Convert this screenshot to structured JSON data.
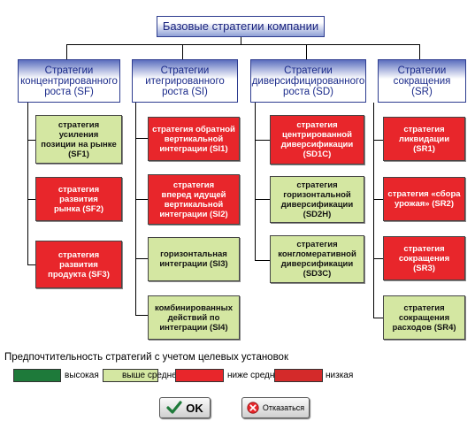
{
  "title": "Базовые стратегии компании",
  "columns": [
    {
      "header": "Стратегии\nконцентрированного\nроста (SF)",
      "items": [
        {
          "text": "стратегия усиления\nпозиции на рынке\n(SF1)",
          "color": "green"
        },
        {
          "text": "стратегия развития\nрынка (SF2)",
          "color": "red"
        },
        {
          "text": "стратегия развития\nпродукта (SF3)",
          "color": "red"
        }
      ]
    },
    {
      "header": "Стратегии\nитегрированного\nроста (SI)",
      "items": [
        {
          "text": "стратегия обратной\nвертикальной\nинтеграции (SI1)",
          "color": "red"
        },
        {
          "text": "стратегия\nвперед идущей\nвертикальной\nинтеграции (SI2)",
          "color": "red"
        },
        {
          "text": "горизонтальная\nинтеграции (SI3)",
          "color": "green"
        },
        {
          "text": "комбинированных\nдействий по\nинтеграции (SI4)",
          "color": "green"
        }
      ]
    },
    {
      "header": "Стратегии\nдиверсифицированного\nроста (SD)",
      "items": [
        {
          "text": "стратегия\nцентрированной\nдиверсификации\n(SD1C)",
          "color": "red"
        },
        {
          "text": "стратегия\nгоризонтальной\nдиверсификации\n(SD2H)",
          "color": "green"
        },
        {
          "text": "стратегия\nконгломеративной\nдиверсификации\n(SD3C)",
          "color": "green"
        }
      ]
    },
    {
      "header": "Стратегии\nсокращения (SR)",
      "items": [
        {
          "text": "стратегия\nликвидации (SR1)",
          "color": "red"
        },
        {
          "text": "стратегия «сбора\nурожая» (SR2)",
          "color": "red"
        },
        {
          "text": "стратегия\nсокращения (SR3)",
          "color": "red"
        },
        {
          "text": "стратегия\nсокращения\nрасходов (SR4)",
          "color": "green"
        }
      ]
    }
  ],
  "legend": {
    "title": "Предпочтительность стратегий с учетом целевых установок",
    "items": [
      {
        "label": "высокая",
        "color": "#1e7a3a"
      },
      {
        "label": "выше средней",
        "color": "#d4e7a2"
      },
      {
        "label": "ниже средней",
        "color": "#e8262b"
      },
      {
        "label": "низкая",
        "color": "#d42a2a"
      }
    ]
  },
  "buttons": {
    "ok_label": "OK",
    "ok_icon": "checkmark-icon",
    "cancel_label": "Отказаться",
    "cancel_icon": "cancel-circle-icon"
  },
  "colors": {
    "high_priority": "#1e7a3a",
    "above_average": "#d4e7a2",
    "below_average": "#e8262b",
    "low": "#d42a2a",
    "header_text": "#1a2a8a"
  }
}
